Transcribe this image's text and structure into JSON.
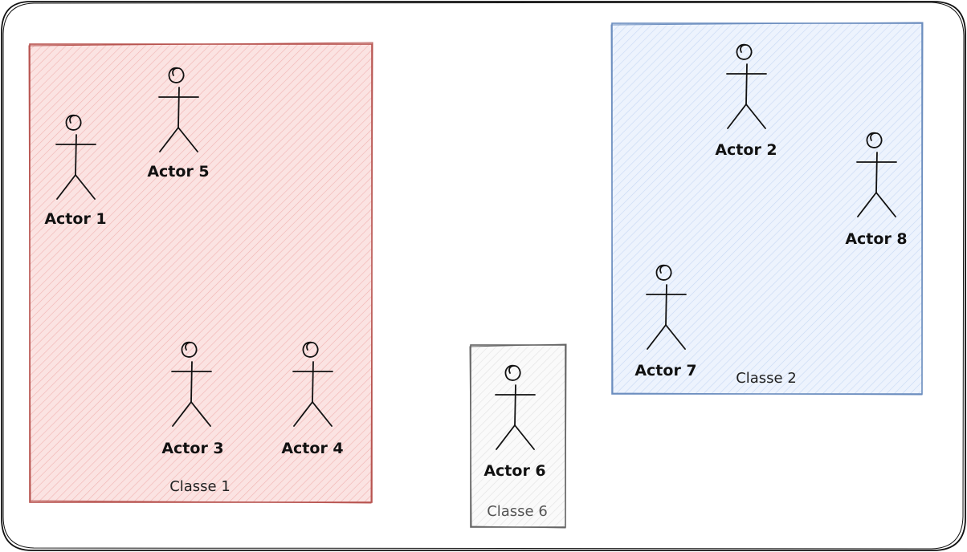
{
  "diagram": {
    "groups": [
      {
        "id": "classe1",
        "label": "Classe 1",
        "fill": "#f8cecc",
        "stroke": "#b85450"
      },
      {
        "id": "classe2",
        "label": "Classe 2",
        "fill": "#dae8fc",
        "stroke": "#6c8ebf"
      },
      {
        "id": "classe6",
        "label": "Classe 6",
        "fill": "#f5f5f5",
        "stroke": "#666666"
      }
    ],
    "actors": [
      {
        "id": "actor1",
        "label": "Actor 1",
        "group": "classe1"
      },
      {
        "id": "actor5",
        "label": "Actor 5",
        "group": "classe1"
      },
      {
        "id": "actor3",
        "label": "Actor 3",
        "group": "classe1"
      },
      {
        "id": "actor4",
        "label": "Actor 4",
        "group": "classe1"
      },
      {
        "id": "actor2",
        "label": "Actor 2",
        "group": "classe2"
      },
      {
        "id": "actor8",
        "label": "Actor 8",
        "group": "classe2"
      },
      {
        "id": "actor7",
        "label": "Actor 7",
        "group": "classe2"
      },
      {
        "id": "actor6",
        "label": "Actor 6",
        "group": "classe6"
      }
    ]
  }
}
